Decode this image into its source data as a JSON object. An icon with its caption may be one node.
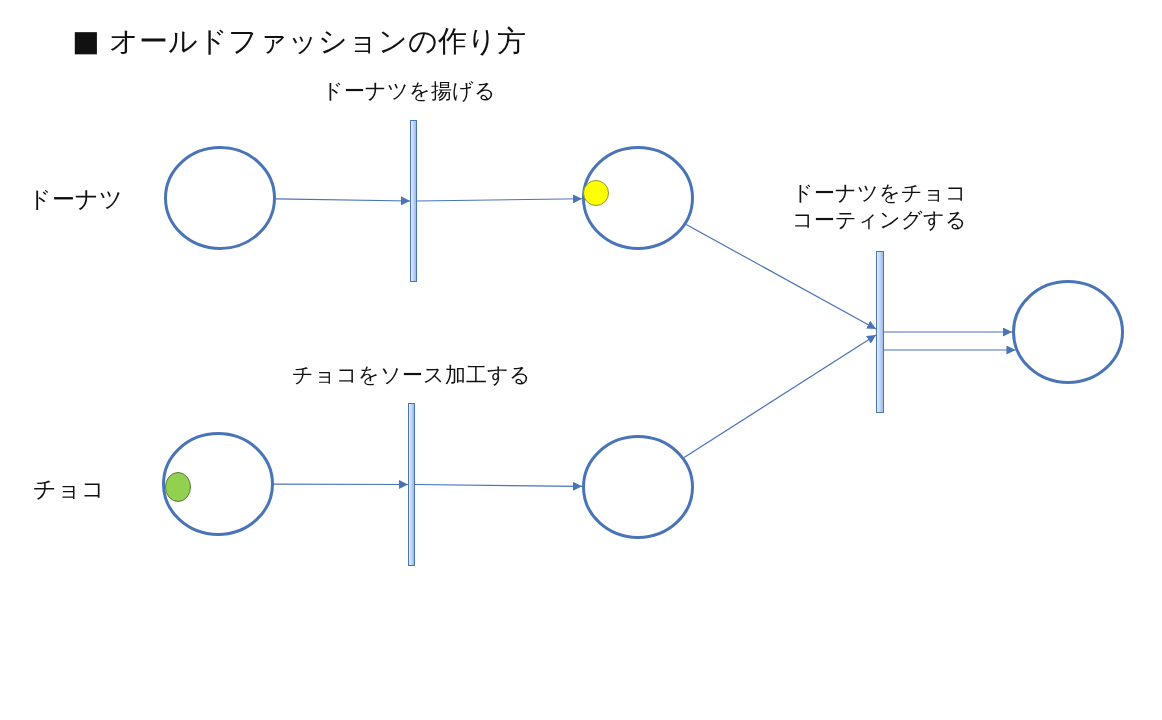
{
  "diagram": {
    "title": "■ オールドファッションの作り方",
    "nodes": [
      {
        "text": [],
        "shape": "circle",
        "beside": [
          "ドーナツ"
        ]
      },
      {
        "text": [
          "ドーナツを揚げる"
        ]
      },
      {
        "text": [],
        "shape": "circle"
      },
      {
        "text": [],
        "shape": "circle",
        "in": 2
      },
      {
        "text": [
          "ドーナツをチョココーティングする"
        ]
      },
      {
        "text": [],
        "shape": "circle"
      },
      {
        "text": [],
        "shape": "circle",
        "beside": [
          "チョコ"
        ]
      },
      {
        "text": [],
        "shape": "circle",
        "in": 6
      },
      {
        "text": [
          "チョコをソース加工する"
        ]
      },
      {
        "text": [],
        "shape": "circle"
      }
    ],
    "edges": [
      {
        "from": 0,
        "to": 1,
        "arrow": "to"
      },
      {
        "from": 1,
        "to": 2,
        "arrow": "to"
      },
      {
        "from": 2,
        "to": 4,
        "arrow": "to"
      },
      {
        "from": 9,
        "to": 4,
        "arrow": "to"
      },
      {
        "from": 4,
        "to": 5,
        "arrow": "to"
      },
      {
        "from": 4,
        "to": 5,
        "arrow": "to"
      },
      {
        "from": 6,
        "to": 8,
        "arrow": "to"
      },
      {
        "from": 8,
        "to": 9,
        "arrow": "to"
      }
    ]
  }
}
